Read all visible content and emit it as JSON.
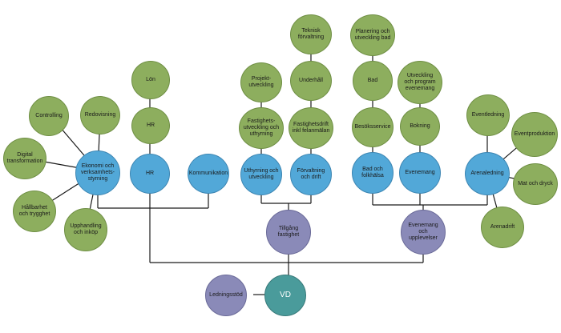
{
  "colors": {
    "green": "#8dae5e",
    "blue": "#52a8d8",
    "purple": "#8a8ab8",
    "teal": "#4a9b9b",
    "line": "#1a1a1a"
  },
  "nodes": {
    "vd": "VD",
    "ledningsstod": "Ledningsstöd",
    "tillgang_fastighet": "Tillgång\nfastighet",
    "evenemang_upplevelser": "Evenemang\noch\nupplevelser",
    "ekonomi": "Ekonomi och\nverksamhets-\nstyrning",
    "hr_blue": "HR",
    "kommunikation": "Kommunikation",
    "uthyrning": "Uthyrning och\nutveckling",
    "forvaltning": "Förvaltning\noch drift",
    "bad_folkhalsa": "Bad och\nfolkhälsa",
    "evenemang": "Evenemang",
    "arenaledning": "Arenaledning",
    "controlling": "Controlling",
    "redovisning": "Redovisning",
    "digital": "Digital\ntransformation",
    "hallbarhet": "Hållbarhet\noch trygghet",
    "upphandling": "Upphandling\noch inköp",
    "hr_green": "HR",
    "lon": "Lön",
    "fastighetsutveckling": "Fastighets-\nutveckling och\nuthyrning",
    "projektutveckling": "Projekt-\nutveckling",
    "fastighetsdrift": "Fastighetsdrift\ninkl felanmälan",
    "underhall": "Underhåll",
    "teknisk": "Teknisk\nförvaltning",
    "besoksservice": "Besöksservice",
    "bad": "Bad",
    "planering_bad": "Planering och\nutveckling bad",
    "bokning": "Bokning",
    "utveckling_program": "Utveckling\noch program\nevenemang",
    "eventledning": "Eventledning",
    "eventproduktion": "Eventproduktion",
    "mat_dryck": "Mat och dryck",
    "arenadrift": "Arenadrift"
  }
}
